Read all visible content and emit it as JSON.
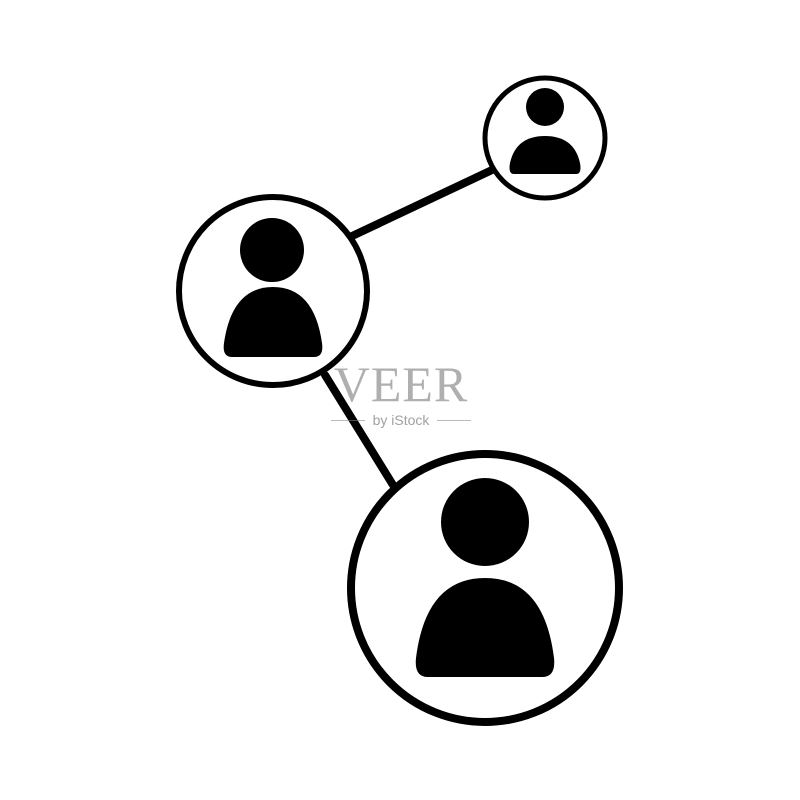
{
  "colors": {
    "background": "#ffffff",
    "icon": "#000000",
    "watermark": "#8a8a8a"
  },
  "icon": {
    "name": "user-network-icon",
    "people": [
      "small-user",
      "medium-user",
      "large-user"
    ]
  },
  "watermark": {
    "brand": "VEER",
    "byline": "by iStock"
  }
}
